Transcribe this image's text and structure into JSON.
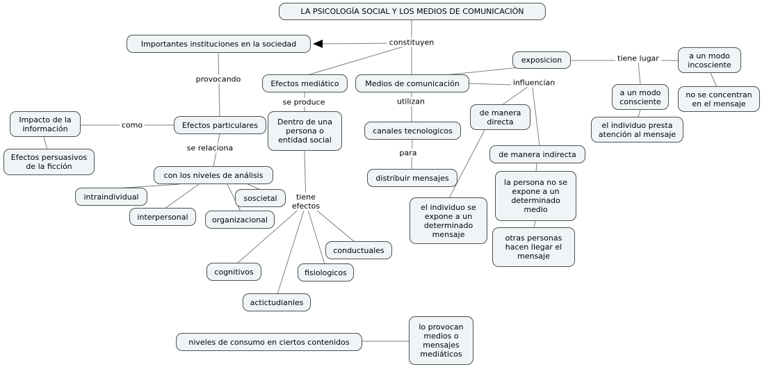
{
  "map": {
    "title": "LA PSICOLOGÍA SOCIAL Y LOS MEDIOS DE COMUNICACIÓN"
  },
  "colors": {
    "node_fill": "#eff4f7",
    "node_border": "#4f4f4f",
    "connector_line": "#7d7d7d",
    "arrowhead": "#000000",
    "background": "#ffffff",
    "text": "#000000"
  },
  "nodes": {
    "titulo": "LA PSICOLOGÍA SOCIAL Y LOS MEDIOS DE COMUNICACIÓN",
    "instituciones": "Importantes instituciones en la sociedad",
    "efectos_mediatico": "Efectos mediático",
    "medios": "Medios de comunicación",
    "exposicion": "exposicion",
    "modo_incosciente": "a un modo incosciente",
    "modo_consciente": "a un modo consciente",
    "no_concentran": "no se concentran en el mensaje",
    "individuo_presta": "el individuo presta atención al mensaje",
    "efectos_particulares": "Efectos particulares",
    "impacto": "Impacto de la información",
    "persuasivos": "Efectos persuasivos de la ficción",
    "dentro_persona": "Dentro de una persona o entidad social",
    "canales": "canales tecnologicos",
    "manera_directa": "de manera directa",
    "manera_indirecta": "de manera indirecta",
    "niveles_analisis": "con los niveles de análisis",
    "intraindividual": "intraindividual",
    "interpersonal": "interpersonal",
    "organizacional": "organizacional",
    "soscietal": "soscietal",
    "distribuir": "distribuir mensajes",
    "individuo_expone": "el individuo se expone a un determinado mensaje",
    "persona_no_expone": "la persona no se expone a un determinado medio",
    "otras_personas": "otras personas hacen llegar el mensaje",
    "conductuales": "conductuales",
    "cognitivos": "cognitivos",
    "fisiologicos": "fisiologicos",
    "actictudianles": "actictudianles",
    "niveles_consumo": "niveles de consumo en ciertos contenidos",
    "lo_provocan": "lo provocan medios o mensajes mediáticos"
  },
  "links": {
    "constituyen": "constituyen",
    "provocando": "provocando",
    "se_produce": "se produce",
    "utilizan": "utilizan",
    "influencian": "influencian",
    "tiene_lugar": "tiene lugar",
    "como": "como",
    "se_relaciona": "se relaciona",
    "para": "para",
    "tiene_efectos": "tiene efectos"
  }
}
